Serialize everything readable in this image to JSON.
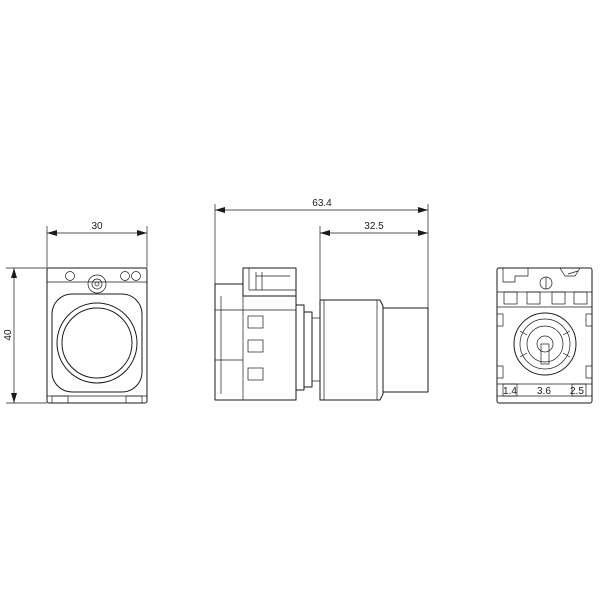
{
  "dimensions": {
    "front_width": "30",
    "front_height": "40",
    "side_total_length": "63.4",
    "side_partial_length": "32.5"
  },
  "terminals": {
    "t1": "1.4",
    "t2": "3.6",
    "t3": "2.5"
  }
}
